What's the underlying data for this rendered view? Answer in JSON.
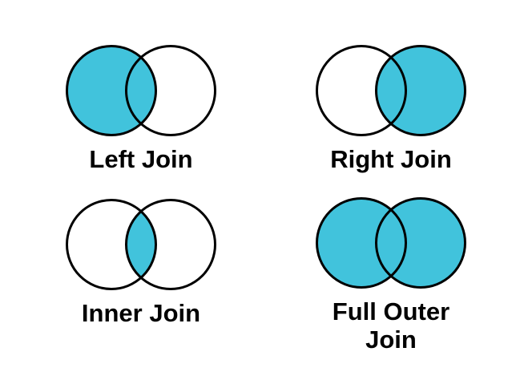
{
  "colors": {
    "highlight": "#41C3DC",
    "outline": "#000000",
    "text": "#000000",
    "background": "#FFFFFF"
  },
  "diagrams": [
    {
      "label": "Left Join",
      "highlighted_region": "left"
    },
    {
      "label": "Right Join",
      "highlighted_region": "right"
    },
    {
      "label": "Inner Join",
      "highlighted_region": "inner"
    },
    {
      "label": "Full Outer Join",
      "highlighted_region": "full"
    }
  ]
}
